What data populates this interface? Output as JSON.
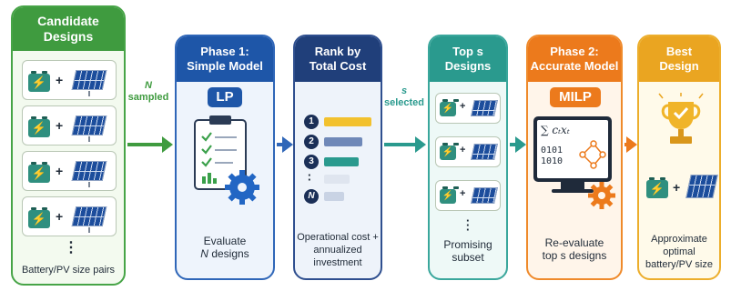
{
  "candidates": {
    "title_line1": "Candidate",
    "title_line2": "Designs",
    "footer": "Battery/PV size pairs",
    "plus": "+",
    "battery_glyph": "⚡",
    "more": "⋮"
  },
  "arrows": {
    "n_sampled_var": "N",
    "n_sampled_text": "sampled",
    "s_selected_var": "s",
    "s_selected_text": "selected"
  },
  "phase1": {
    "title_line1": "Phase 1:",
    "title_line2": "Simple Model",
    "badge": "LP",
    "footer_line1": "Evaluate",
    "footer_var": "N",
    "footer_line2": "designs"
  },
  "rank": {
    "title_line1": "Rank by",
    "title_line2": "Total Cost",
    "nums": [
      "1",
      "2",
      "3",
      "N"
    ],
    "footer_line1": "Operational cost +",
    "footer_line2": "annualized",
    "footer_line3": "investment"
  },
  "top": {
    "title_line1": "Top s",
    "title_line2": "Designs",
    "footer_line1": "Promising",
    "footer_line2": "subset"
  },
  "phase2": {
    "title_line1": "Phase 2:",
    "title_line2": "Accurate Model",
    "badge": "MILP",
    "formula": "∑ cₜxₜ",
    "bits_line1": "0101",
    "bits_line2": "1010",
    "footer_line1": "Re-evaluate",
    "footer_line2": "top s designs"
  },
  "best": {
    "title_line1": "Best",
    "title_line2": "Design",
    "footer_line1": "Approximate",
    "footer_line2": "optimal",
    "footer_line3": "battery/PV size"
  },
  "colors": {
    "green": "#3f9b3f",
    "blue": "#1e56a8",
    "navy": "#203f7a",
    "teal": "#2a9a8e",
    "orange": "#ec7a1c",
    "gold": "#eaa521"
  }
}
